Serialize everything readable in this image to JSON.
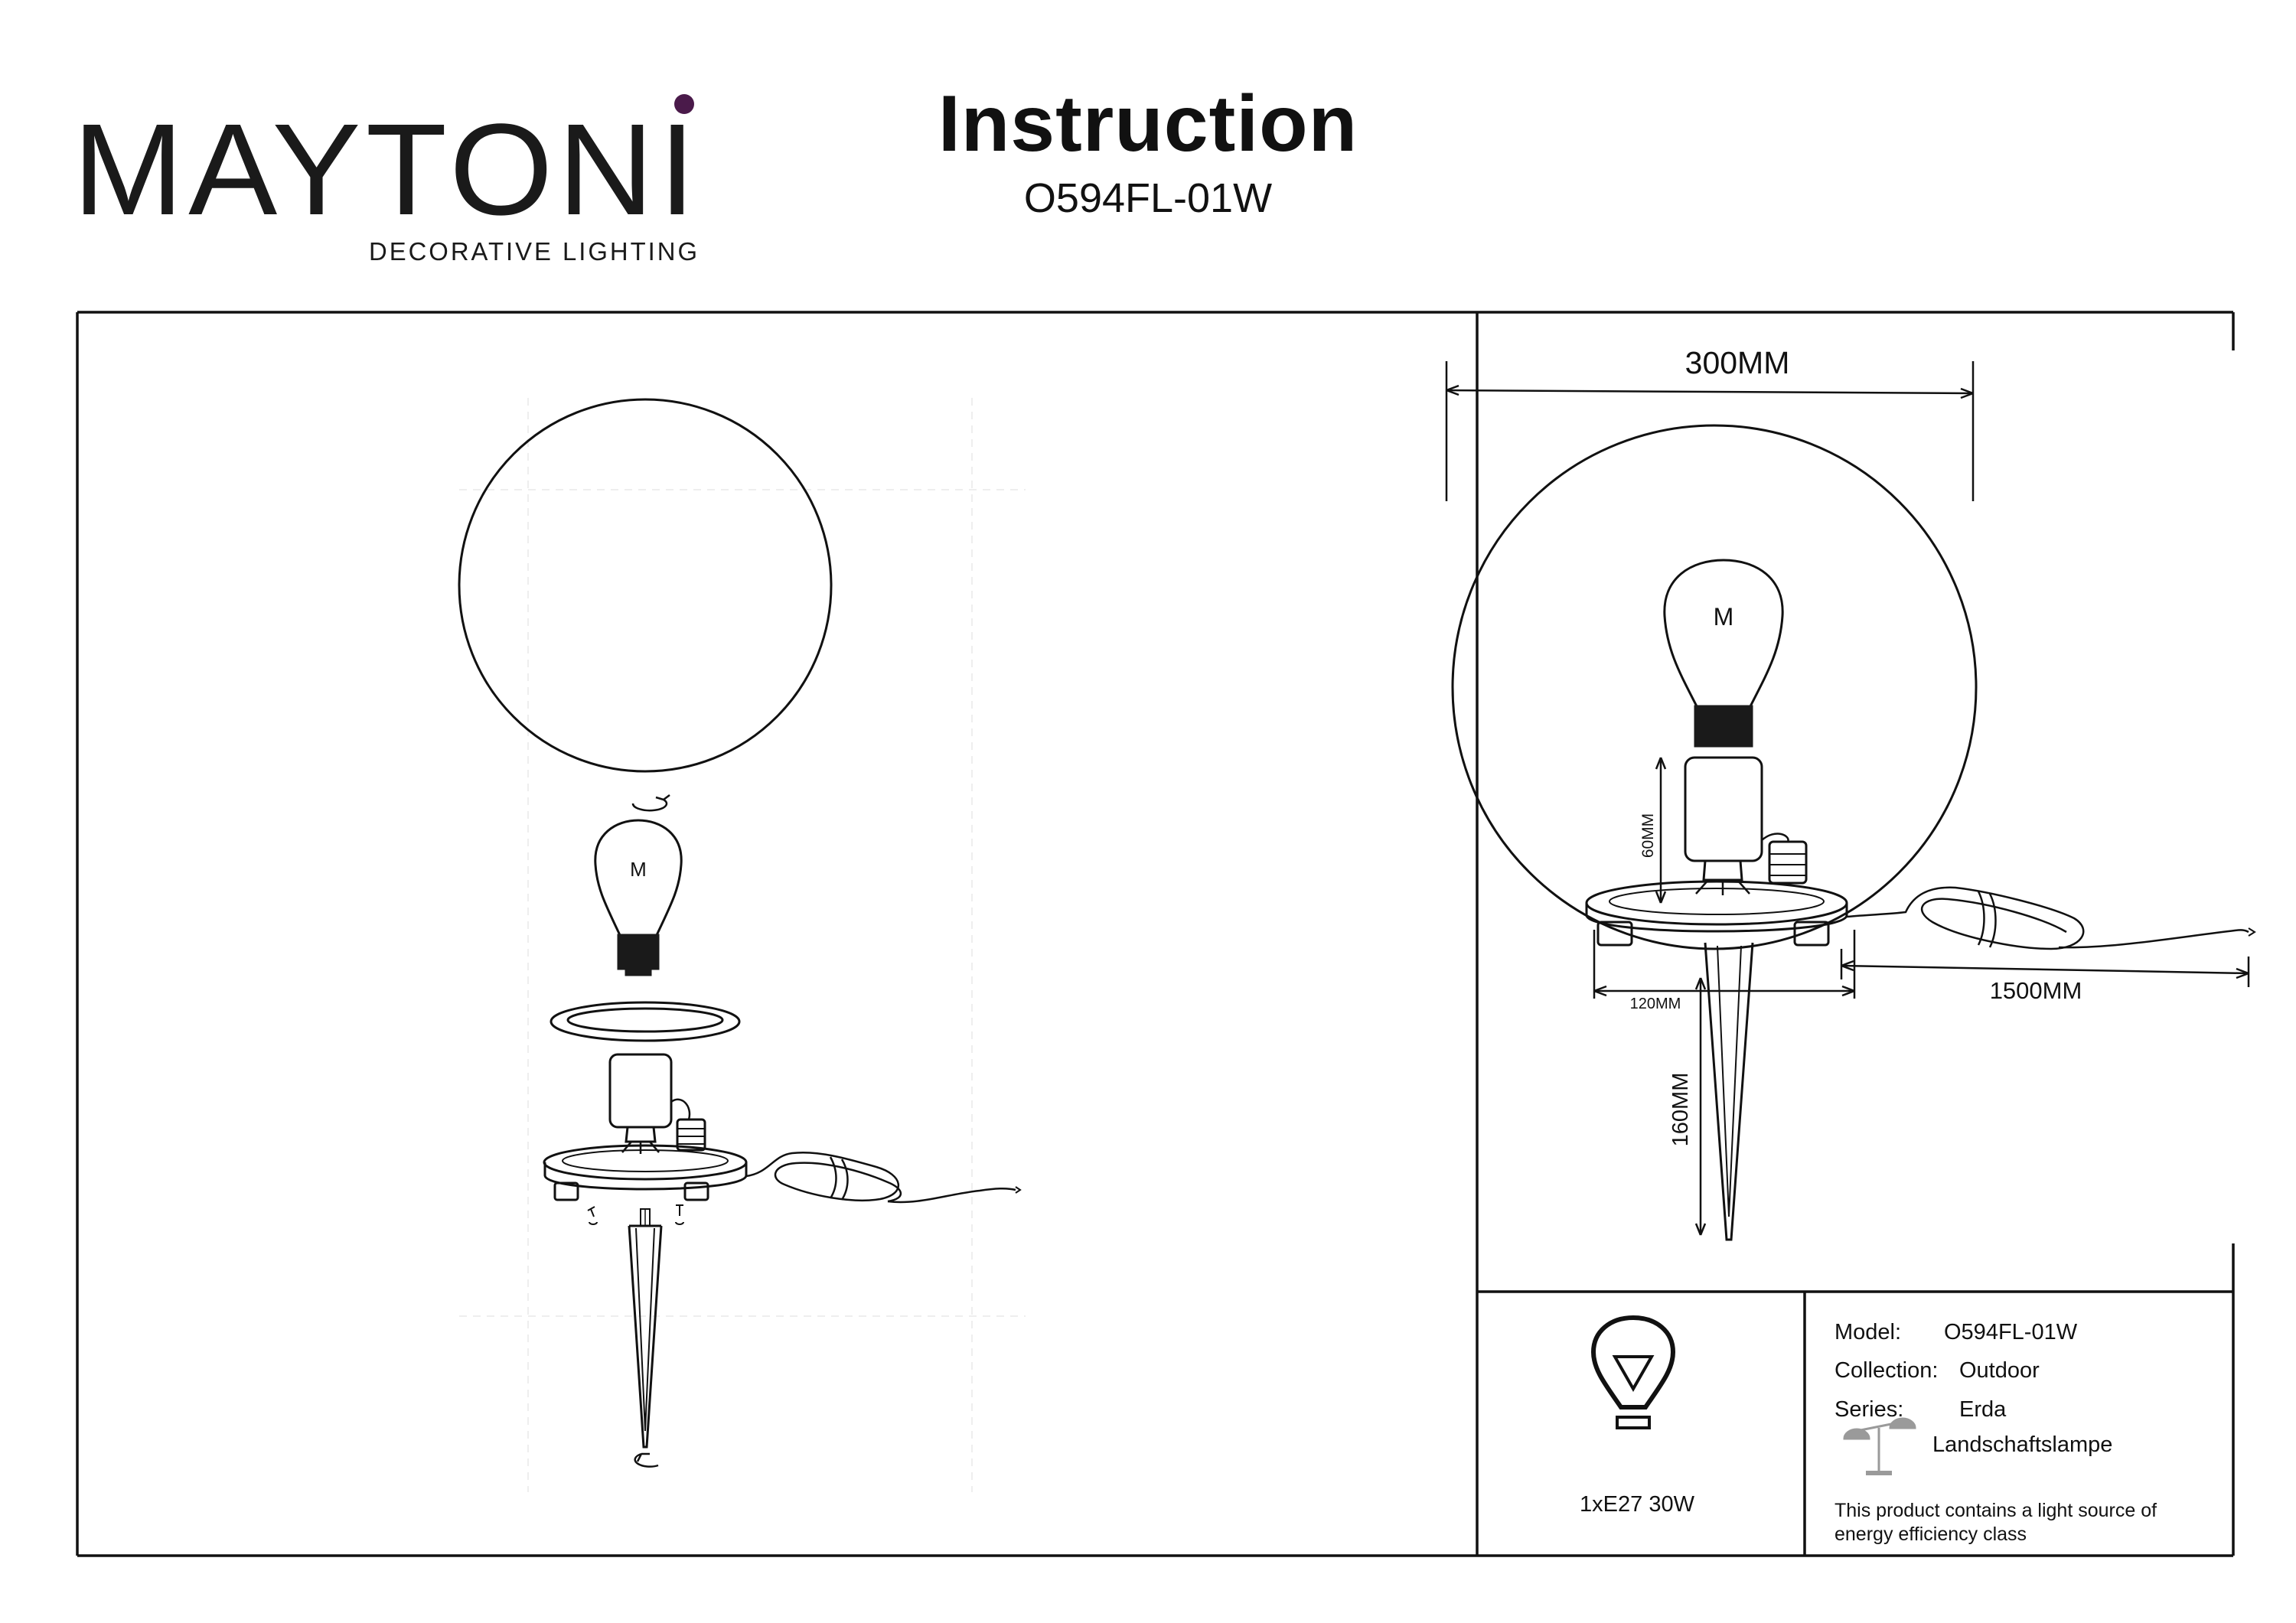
{
  "brand": {
    "name": "MAYTONI",
    "tagline": "DECORATIVE LIGHTING"
  },
  "header": {
    "title": "Instruction",
    "model_code": "O594FL-01W"
  },
  "diagram": {
    "bulb_letter": "M",
    "dimensions": {
      "globe_diameter": "300MM",
      "holder_height": "60MM",
      "base_diameter": "120MM",
      "cable_length": "1500MM",
      "spike_length": "160MM"
    }
  },
  "spec_table": {
    "bulb_spec": "1xE27 30W",
    "model_label": "Model:",
    "model_value": "O594FL-01W",
    "collection_label": "Collection:",
    "collection_value": "Outdoor",
    "series_label": "Series:",
    "series_value": "Erda",
    "type_value": "Landschaftslampe",
    "energy_note_line1": "This product contains a light source of",
    "energy_note_line2": "energy efficiency class"
  },
  "colors": {
    "brand_accent": "#4a1a4a",
    "line": "#111111",
    "bulb_base": "#1a1a1a"
  }
}
